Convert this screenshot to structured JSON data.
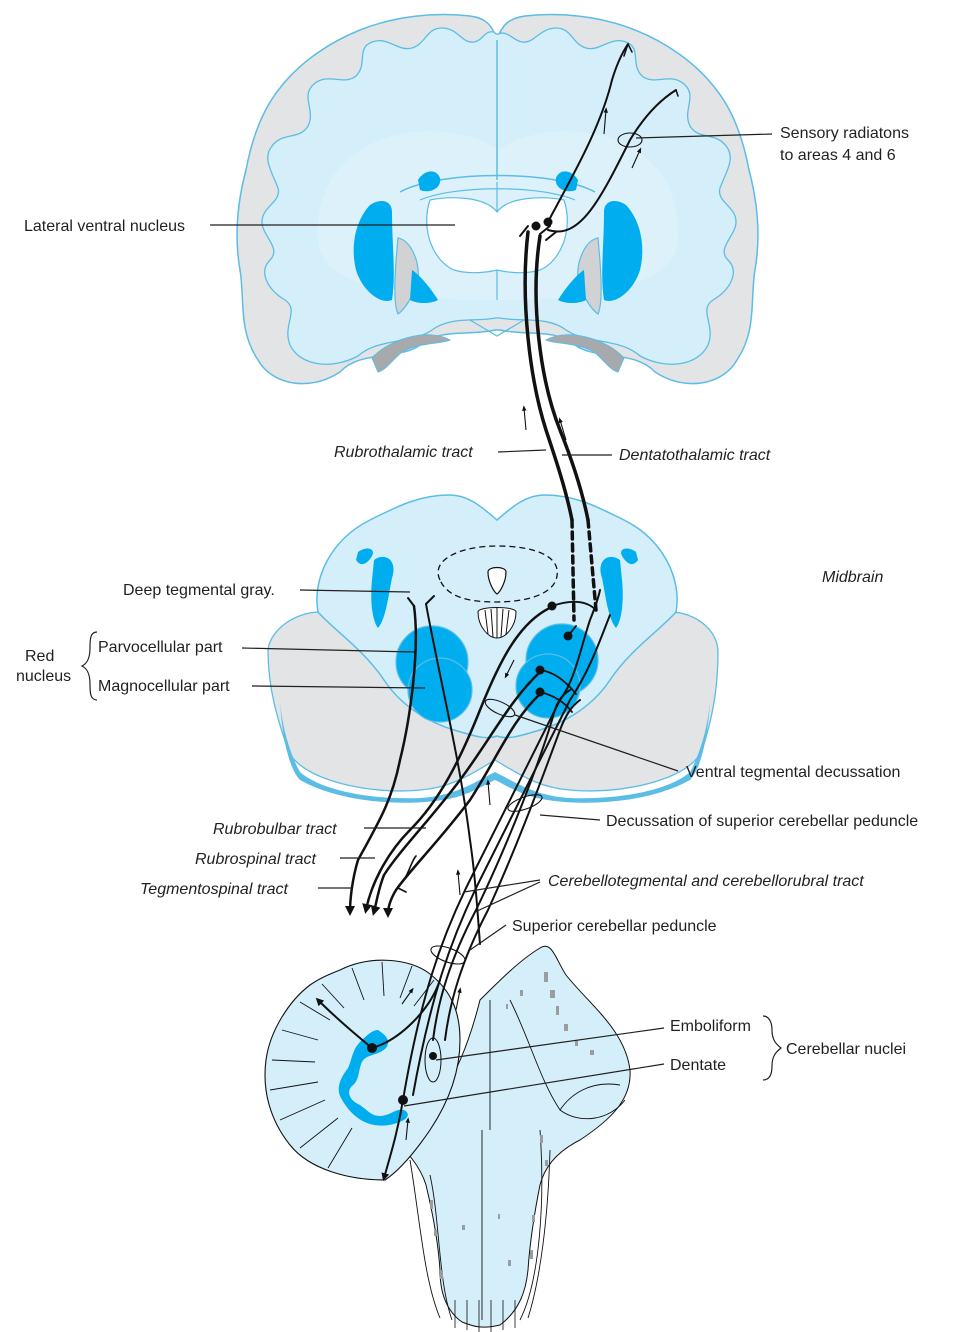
{
  "regions": {
    "midbrain": "Midbrain"
  },
  "labels": {
    "sensory_radiations_1": "Sensory radiatons",
    "sensory_radiations_2": "to areas 4 and 6",
    "lateral_ventral_nucleus": "Lateral ventral nucleus",
    "rubrothalamic_tract": "Rubrothalamic tract",
    "dentatothalamic_tract": "Dentatothalamic tract",
    "deep_tegmental_gray": "Deep tegmental gray.",
    "red_nucleus_1": "Red",
    "red_nucleus_2": "nucleus",
    "parvocellular_part": "Parvocellular part",
    "magnocellular_part": "Magnocellular part",
    "ventral_tegmental_decussation": "Ventral tegmental decussation",
    "decussation_scp": "Decussation of superior cerebellar peduncle",
    "rubrobulbar_tract": "Rubrobulbar tract",
    "rubrospinal_tract": "Rubrospinal tract",
    "tegmentospinal_tract": "Tegmentospinal tract",
    "cerebellotegmental": "Cerebellotegmental and cerebellorubral tract",
    "superior_cerebellar_peduncle": "Superior cerebellar peduncle",
    "emboliform": "Emboliform",
    "dentate": "Dentate",
    "cerebellar_nuclei": "Cerebellar nuclei"
  },
  "colors": {
    "tissue_fill": "#d4eefa",
    "tissue_edge": "#5bbde6",
    "gray_matter": "#e3e4e5",
    "nucleus": "#00aeef",
    "line": "#111111"
  }
}
